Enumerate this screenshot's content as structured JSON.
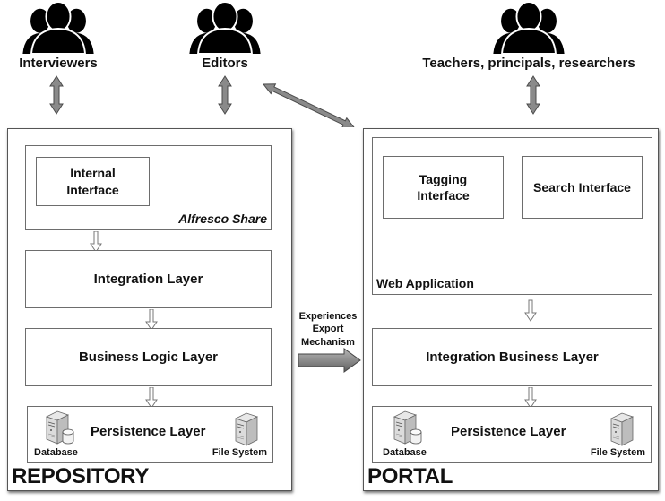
{
  "actors": [
    {
      "name": "Interviewers",
      "icon": "people-group-icon"
    },
    {
      "name": "Editors",
      "icon": "people-group-icon"
    },
    {
      "name": "Teachers, principals, researchers",
      "icon": "people-group-icon"
    }
  ],
  "repository": {
    "title": "REPOSITORY",
    "alfresco_share": {
      "label": "Alfresco Share",
      "internal_interface": "Internal\nInterface"
    },
    "integration_layer": "Integration Layer",
    "business_logic_layer": "Business Logic Layer",
    "persistence_layer": {
      "label": "Persistence Layer",
      "database": "Database",
      "file_system": "File System"
    }
  },
  "portal": {
    "title": "PORTAL",
    "web_application": {
      "label": "Web Application",
      "tagging_interface": "Tagging\nInterface",
      "search_interface": "Search Interface"
    },
    "integration_business_layer": "Integration Business Layer",
    "persistence_layer": {
      "label": "Persistence Layer",
      "database": "Database",
      "file_system": "File System"
    }
  },
  "export_mechanism": {
    "label": "Experiences\nExport\nMechanism"
  },
  "colors": {
    "arrow_fill": "#8a8a8a",
    "arrow_stroke": "#4a4a4a",
    "box_border": "#6d6d6d",
    "icon_fill": "#000000"
  }
}
